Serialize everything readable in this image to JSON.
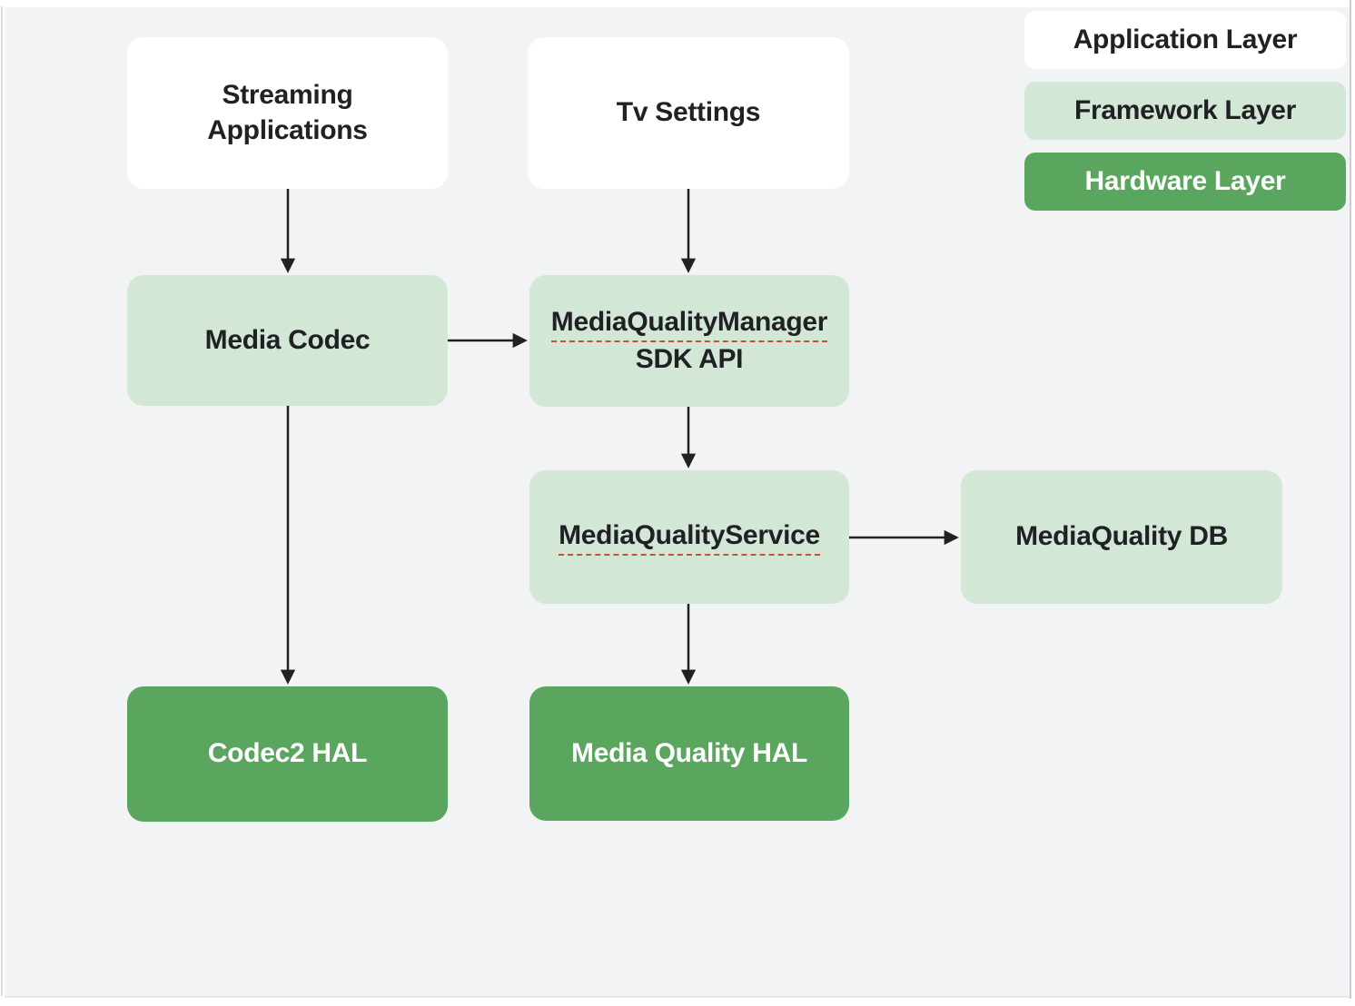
{
  "diagram": {
    "legend": [
      {
        "label": "Application Layer",
        "layer": "application",
        "color": "#FFFFFF"
      },
      {
        "label": "Framework Layer",
        "layer": "framework",
        "color": "#D3E7D6"
      },
      {
        "label": "Hardware Layer",
        "layer": "hardware",
        "color": "#5AA65E"
      }
    ],
    "nodes": {
      "streaming": {
        "lines": [
          "Streaming",
          "Applications"
        ],
        "layer": "application"
      },
      "tv_settings": {
        "lines": [
          "Tv Settings"
        ],
        "layer": "application"
      },
      "media_codec": {
        "lines": [
          "Media Codec"
        ],
        "layer": "framework"
      },
      "mqm_sdk": {
        "lines": [
          "MediaQualityManager",
          "SDK API"
        ],
        "layer": "framework"
      },
      "mq_service": {
        "lines": [
          "MediaQualityService"
        ],
        "layer": "framework"
      },
      "mq_db": {
        "lines": [
          "MediaQuality DB"
        ],
        "layer": "framework"
      },
      "codec2_hal": {
        "lines": [
          "Codec2 HAL"
        ],
        "layer": "hardware"
      },
      "mq_hal": {
        "lines": [
          "Media Quality HAL"
        ],
        "layer": "hardware"
      }
    },
    "edges": [
      {
        "from": "streaming",
        "to": "media_codec"
      },
      {
        "from": "tv_settings",
        "to": "mqm_sdk"
      },
      {
        "from": "media_codec",
        "to": "mqm_sdk"
      },
      {
        "from": "mqm_sdk",
        "to": "mq_service"
      },
      {
        "from": "mq_service",
        "to": "mq_db"
      },
      {
        "from": "mq_service",
        "to": "mq_hal"
      },
      {
        "from": "media_codec",
        "to": "codec2_hal"
      }
    ],
    "colors": {
      "background": "#F1F3F4",
      "application_layer": "#FFFFFF",
      "framework_layer": "#D3E7D6",
      "hardware_layer": "#5AA65E",
      "text_dark": "#202124",
      "text_light": "#FFFFFF",
      "arrow": "#212121",
      "spellcheck_underline": "#C2523C"
    }
  }
}
